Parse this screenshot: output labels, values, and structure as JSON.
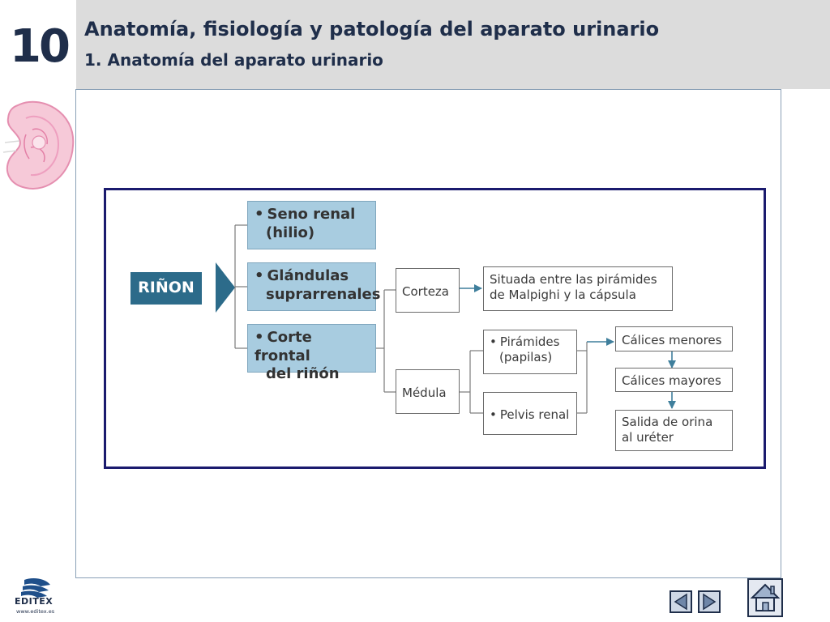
{
  "header": {
    "chapter_number": "10",
    "title": "Anatomía, fisiología y patología del aparato urinario",
    "subtitle": "1. Anatomía del aparato urinario"
  },
  "diagram": {
    "root": "RIÑON",
    "level1": [
      {
        "bullet": "•",
        "line1": "Seno renal",
        "line2": "(hilio)"
      },
      {
        "bullet": "•",
        "line1": "Glándulas",
        "line2": "suprarrenales"
      },
      {
        "bullet": "•",
        "line1": "Corte frontal",
        "line2": "del riñón"
      }
    ],
    "corteza": {
      "label": "Corteza",
      "description_line1": "Situada entre las pirámides",
      "description_line2": "de Malpighi y la cápsula"
    },
    "medula": {
      "label": "Médula",
      "piramides": {
        "bullet": "•",
        "line1": "Pirámides",
        "line2": "(papilas)"
      },
      "pelvis": {
        "bullet": "•",
        "line1": "Pelvis renal"
      },
      "calices_menores": "Cálices menores",
      "calices_mayores": "Cálices mayores",
      "salida_line1": "Salida de orina",
      "salida_line2": "al uréter"
    }
  },
  "footer": {
    "logo_text": "EDITEX",
    "logo_url": "www.editex.es"
  },
  "colors": {
    "root_fill": "#2c6b8a",
    "level1_fill": "#a8cce0",
    "frame_border": "#1b1b6e",
    "header_band": "#dcdcdc",
    "title_text": "#1f2e4a"
  },
  "icons": {
    "kidney": "kidney-icon",
    "logo": "editex-logo-icon",
    "prev": "triangle-left-icon",
    "next": "triangle-right-icon",
    "home": "home-icon"
  }
}
